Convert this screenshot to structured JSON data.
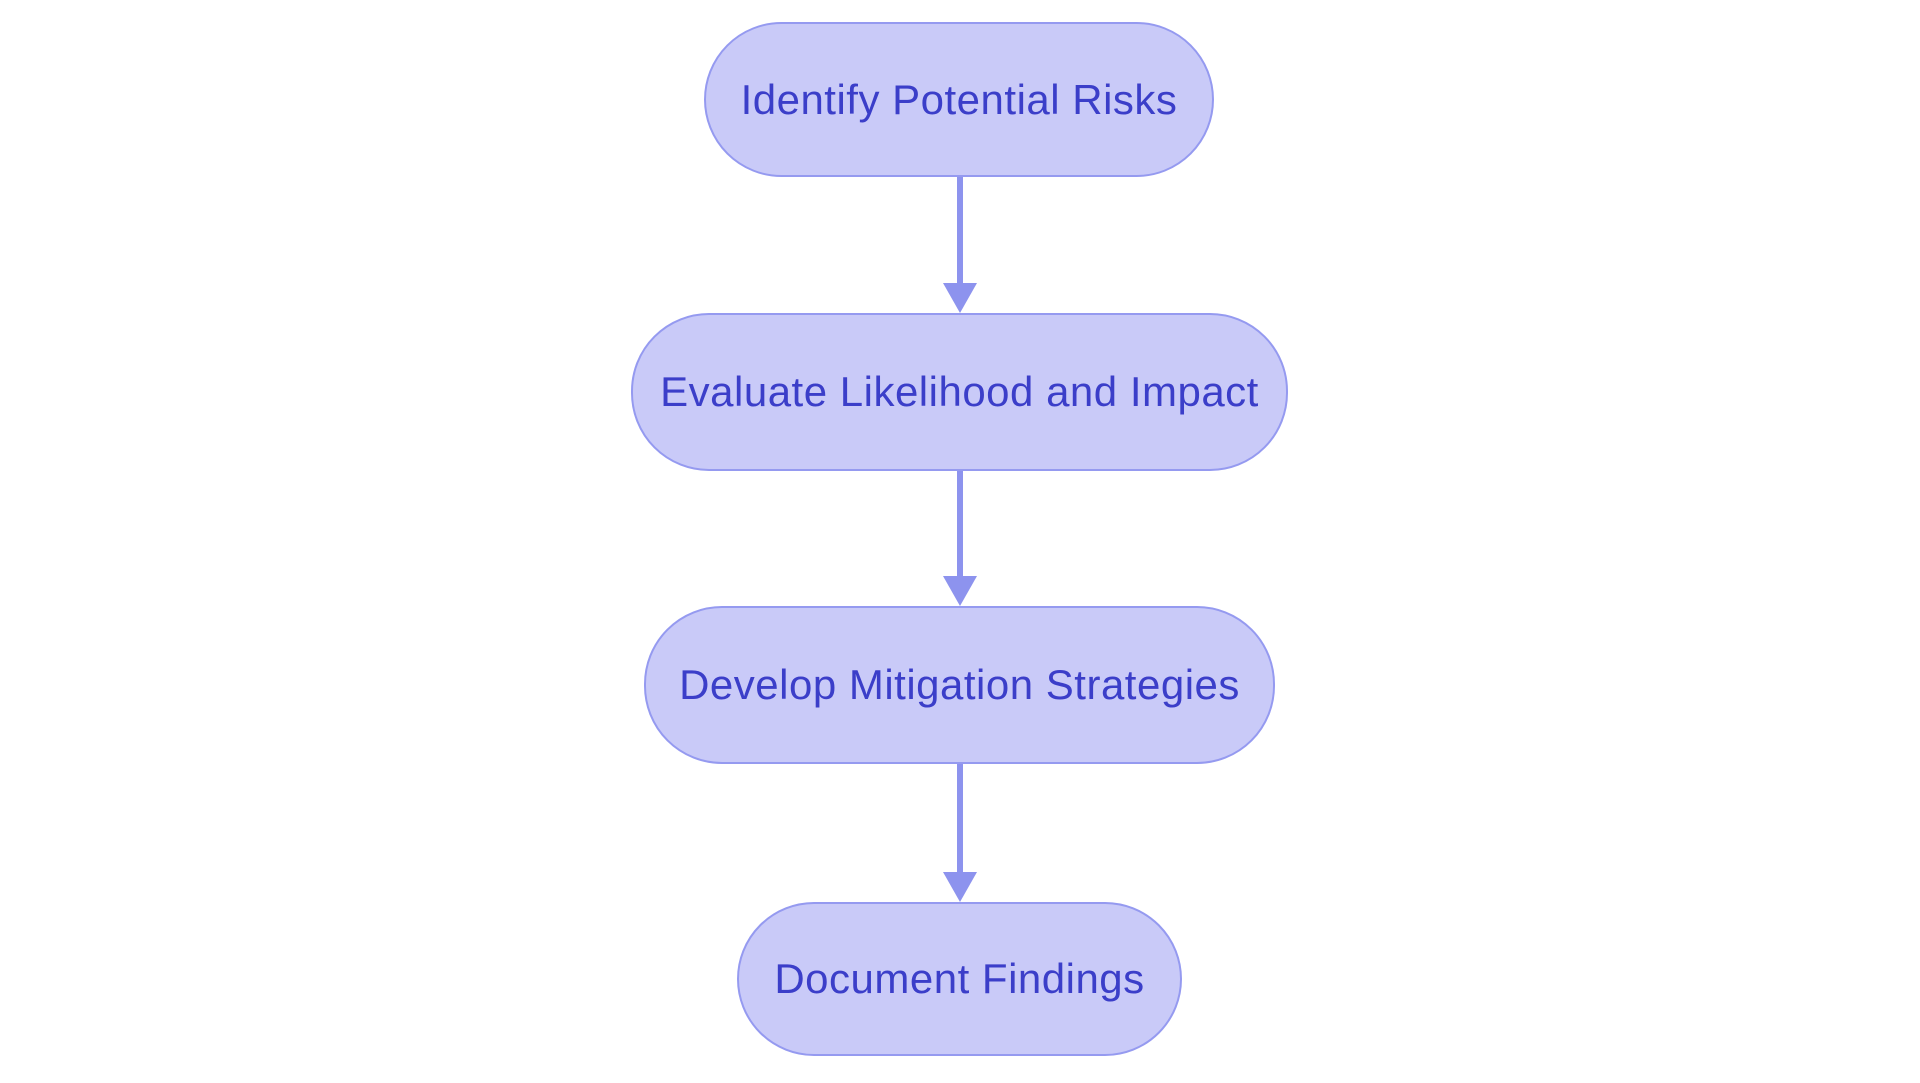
{
  "diagram": {
    "type": "flowchart",
    "direction": "top-down",
    "title": "",
    "nodes": [
      {
        "id": "n1",
        "label": "Identify Potential Risks"
      },
      {
        "id": "n2",
        "label": "Evaluate Likelihood and Impact"
      },
      {
        "id": "n3",
        "label": "Develop Mitigation Strategies"
      },
      {
        "id": "n4",
        "label": "Document Findings"
      }
    ],
    "edges": [
      {
        "from": "n1",
        "to": "n2",
        "style": "arrow-down"
      },
      {
        "from": "n2",
        "to": "n3",
        "style": "arrow-down"
      },
      {
        "from": "n3",
        "to": "n4",
        "style": "arrow-down"
      }
    ],
    "colors": {
      "node-fill": "#c9caf8",
      "node-border": "#959af0",
      "node-text": "#3b3ec9",
      "arrow": "#8d93ee",
      "canvas-bg": "#ffffff"
    }
  }
}
